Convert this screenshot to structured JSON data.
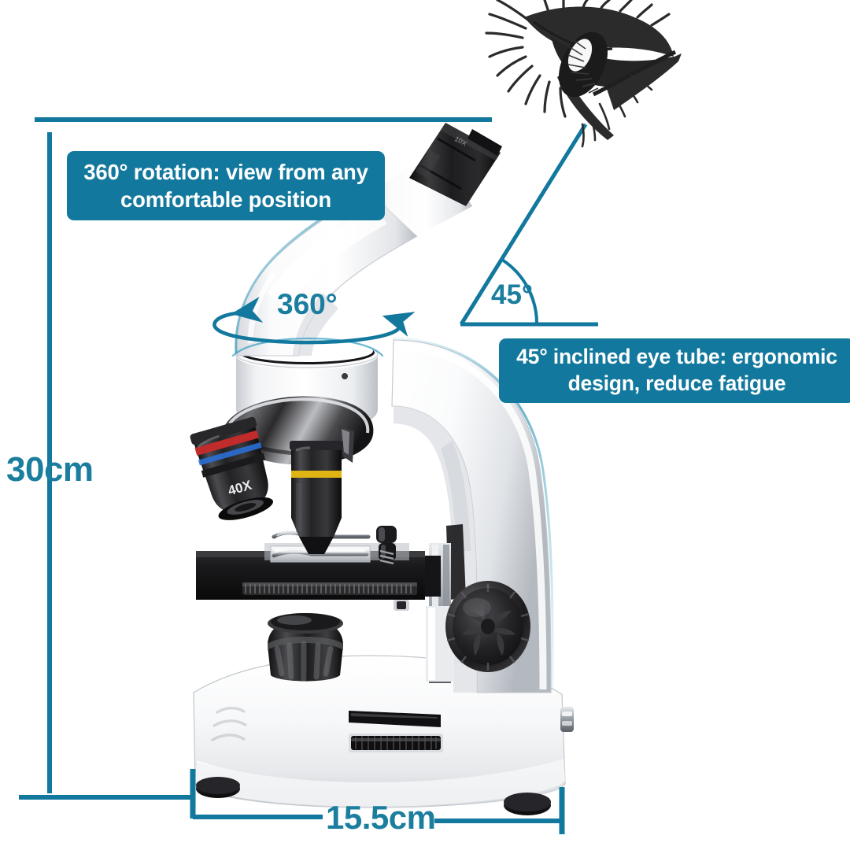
{
  "product": {
    "name": "compound-microscope",
    "objective_labels": [
      "40X"
    ]
  },
  "theme": {
    "accent": "#12789d",
    "accent_text": "#1b7e9f",
    "background": "#ffffff",
    "body_white": "#f2f3f5",
    "body_dark": "#151515"
  },
  "callouts": [
    {
      "id": "rotation",
      "text": "360° rotation: view from any comfortable position"
    },
    {
      "id": "incline",
      "text": "45° inclined eye tube: ergonomic design, reduce fatigue"
    }
  ],
  "annotations": {
    "rotation_angle": "360°",
    "tube_angle": "45°"
  },
  "dimensions": {
    "height": "30cm",
    "width": "15.5cm"
  },
  "icons": {
    "eye": "eye-icon",
    "rotation_arrow": "rotation-arrow-icon",
    "angle_arc": "angle-arc-icon",
    "sight_line": "sight-line-icon"
  }
}
